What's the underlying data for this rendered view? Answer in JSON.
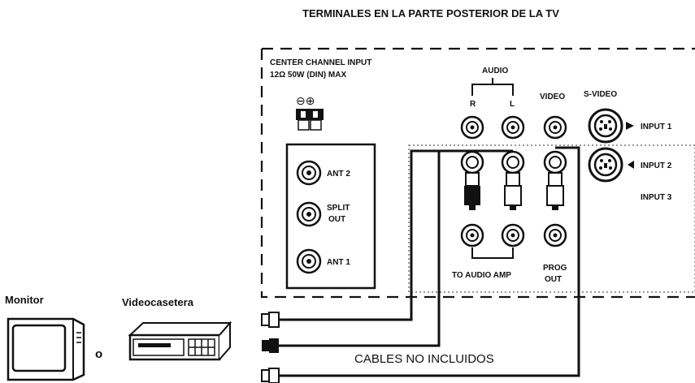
{
  "title": "TERMINALES EN LA PARTE POSTERIOR DE LA TV",
  "center_channel": {
    "line1": "CENTER CHANNEL INPUT",
    "line2": "12Ω   50W  (DIN) MAX",
    "polarity": "⊖⊕"
  },
  "antenna_panel": {
    "ant2": "ANT 2",
    "split_line1": "SPLIT",
    "split_line2": "OUT",
    "ant1": "ANT 1"
  },
  "audio_header": "AUDIO",
  "audio_r": "R",
  "audio_l": "L",
  "video_header": "VIDEO",
  "svideo_header": "S-VIDEO",
  "input_labels": [
    "INPUT 1",
    "INPUT 2",
    "INPUT 3"
  ],
  "to_audio_amp": "TO AUDIO AMP",
  "prog_out_line1": "PROG",
  "prog_out_line2": "OUT",
  "monitor_label": "Monitor",
  "vcr_label": "Videocasetera",
  "or_label": "o",
  "cables_label": "CABLES NO INCLUIDOS"
}
